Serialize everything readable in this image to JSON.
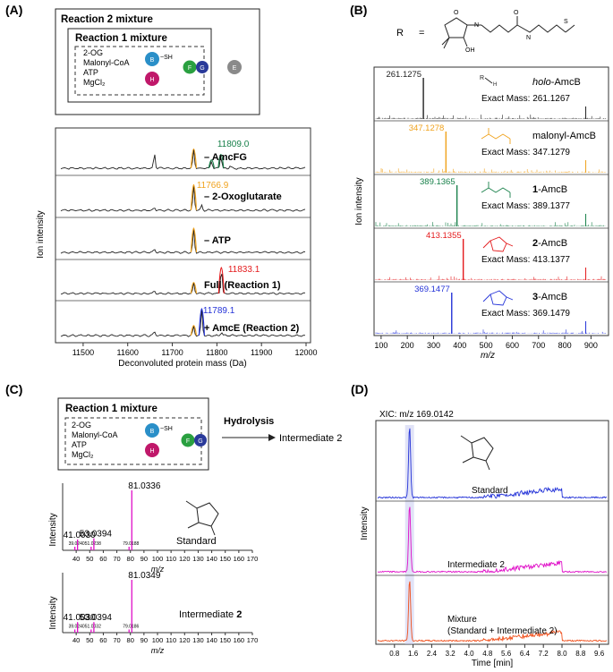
{
  "colors": {
    "black": "#222222",
    "orange": "#f0a21c",
    "green": "#18804a",
    "red": "#e41a1c",
    "blue": "#2433d8",
    "magenta": "#e010c8",
    "orange_red": "#f0501c",
    "ball_blue": "#2a8fc8",
    "ball_green": "#2aa040",
    "ball_navy": "#2a3a9a",
    "ball_magenta": "#c0186a",
    "ball_grey": "#8a8a8a"
  },
  "panelA": {
    "label": "(A)",
    "outer_title": "Reaction 2 mixture",
    "inner_title": "Reaction 1 mixture",
    "reagents": [
      "2-OG",
      "Malonyl-CoA",
      "ATP",
      "MgCl₂"
    ],
    "ball_labels": {
      "b": "B",
      "f": "F",
      "g": "G",
      "h": "H",
      "e": "E"
    },
    "sh": "~SH",
    "ylabel": "Ion intensity",
    "xlabel": "Deconvoluted protein mass (Da)",
    "xticks": [
      "11500",
      "11600",
      "11700",
      "11800",
      "11900",
      "12000"
    ]
  },
  "panelB": {
    "label": "(B)",
    "r_label": "R",
    "r_equals": "=",
    "ylabel": "Ion intensity",
    "xlabel": "m/z",
    "xticks": [
      "100",
      "200",
      "300",
      "400",
      "500",
      "600",
      "700",
      "800",
      "900"
    ]
  },
  "panelC": {
    "label": "(C)",
    "box_title": "Reaction 1 mixture",
    "reagents": [
      "2-OG",
      "Malonyl-CoA",
      "ATP",
      "MgCl₂"
    ],
    "sh": "~SH",
    "ball_labels": {
      "b": "B",
      "f": "F",
      "g": "G",
      "h": "H"
    },
    "hydrolysis": "Hydrolysis",
    "product": "Intermediate 2",
    "ylabel": "Intensity",
    "xlabel": "m/z",
    "xticks": [
      "40",
      "50",
      "60",
      "70",
      "80",
      "90",
      "100",
      "110",
      "120",
      "130",
      "140",
      "150",
      "160",
      "170"
    ]
  },
  "panelD": {
    "label": "(D)",
    "xic": "XIC: m/z 169.0142",
    "ylabel": "Intensity",
    "xlabel": "Time [min]",
    "xticks": [
      "0.8",
      "1.6",
      "2.4",
      "3.2",
      "4.0",
      "4.8",
      "5.6",
      "6.4",
      "7.2",
      "8.0",
      "8.8",
      "9.6"
    ],
    "traces": [
      {
        "name": "Standard",
        "color": "#2433d8"
      },
      {
        "name": "Intermediate 2",
        "color": "#e010c8"
      },
      {
        "name": "Mixture (Standard + Intermediate 2)",
        "line1": "Mixture",
        "line2": "(Standard + Intermediate 2)",
        "color": "#f0501c"
      }
    ]
  },
  "chart_data": [
    {
      "type": "line",
      "xlabel": "Deconvoluted protein mass (Da)",
      "ylabel": "Ion intensity",
      "xlim": [
        11450,
        12000
      ],
      "series": [
        {
          "name": "– AmcFG",
          "peak_labels": [
            {
              "x": 11809.0,
              "label": "11809.0",
              "color": "#18804a"
            }
          ],
          "peaks": [
            {
              "x": 11660,
              "h": 0.55
            },
            {
              "x": 11748,
              "h": 0.7
            },
            {
              "x": 11788,
              "h": 0.3
            },
            {
              "x": 11809,
              "h": 0.5
            },
            {
              "x": 11830,
              "h": 0.1
            }
          ]
        },
        {
          "name": "– 2-Oxoglutarate",
          "peak_labels": [
            {
              "x": 11766.9,
              "label": "11766.9",
              "color": "#f0a21c"
            }
          ],
          "peaks": [
            {
              "x": 11660,
              "h": 0.08
            },
            {
              "x": 11748,
              "h": 0.9
            },
            {
              "x": 11766,
              "h": 0.18
            }
          ]
        },
        {
          "name": "– ATP",
          "peak_labels": [],
          "peaks": [
            {
              "x": 11660,
              "h": 0.12
            },
            {
              "x": 11748,
              "h": 0.85
            }
          ]
        },
        {
          "name": "Full (Reaction 1)",
          "peak_labels": [
            {
              "x": 11833.1,
              "label": "11833.1",
              "color": "#e41a1c"
            }
          ],
          "peaks": [
            {
              "x": 11660,
              "h": 0.1
            },
            {
              "x": 11748,
              "h": 0.4
            },
            {
              "x": 11810,
              "h": 0.95
            }
          ]
        },
        {
          "name": "+ AmcE (Reaction 2)",
          "peak_labels": [
            {
              "x": 11789.1,
              "label": "11789.1",
              "color": "#2433d8"
            }
          ],
          "peaks": [
            {
              "x": 11660,
              "h": 0.15
            },
            {
              "x": 11748,
              "h": 0.35
            },
            {
              "x": 11766,
              "h": 0.95
            },
            {
              "x": 11810,
              "h": 0.12
            }
          ]
        }
      ]
    },
    {
      "type": "bar",
      "xlabel": "m/z",
      "ylabel": "Ion intensity",
      "xlim": [
        80,
        960
      ],
      "series": [
        {
          "name": "holo-AmcB",
          "name_prefix": "",
          "name_main": "holo",
          "name_suffix": "-AmcB",
          "italic": true,
          "peak": 261.1275,
          "peak_label": "261.1275",
          "exact": "Exact Mass: 261.1267",
          "color": "#222222",
          "group": "R",
          "group_sub": "H"
        },
        {
          "name": "malonyl-AmcB",
          "name_prefix": "",
          "name_main": "",
          "name_suffix": "malonyl-AmcB",
          "peak": 347.1278,
          "peak_label": "347.1278",
          "exact": "Exact Mass: 347.1279",
          "color": "#f0a21c"
        },
        {
          "name": "1-AmcB",
          "name_prefix": "1",
          "name_main": "",
          "name_suffix": "-AmcB",
          "peak": 389.1365,
          "peak_label": "389.1365",
          "exact": "Exact Mass: 389.1377",
          "color": "#18804a"
        },
        {
          "name": "2-AmcB",
          "name_prefix": "2",
          "name_main": "",
          "name_suffix": "-AmcB",
          "peak": 413.1355,
          "peak_label": "413.1355",
          "exact": "Exact Mass: 413.1377",
          "color": "#e41a1c"
        },
        {
          "name": "3-AmcB",
          "name_prefix": "3",
          "name_main": "",
          "name_suffix": "-AmcB",
          "peak": 369.1477,
          "peak_label": "369.1477",
          "exact": "Exact Mass: 369.1479",
          "color": "#2433d8"
        }
      ]
    },
    {
      "type": "bar",
      "xlabel": "m/z",
      "ylabel": "Intensity",
      "xlim": [
        30,
        170
      ],
      "series": [
        {
          "name": "Standard",
          "color": "#e010c8",
          "peaks": [
            {
              "x": 39.02,
              "h": 0.06,
              "label": "39.0240"
            },
            {
              "x": 41.003,
              "h": 0.18,
              "label": "41.0030"
            },
            {
              "x": 51.02,
              "h": 0.06,
              "label": "51.0238"
            },
            {
              "x": 53.0394,
              "h": 0.2,
              "label": "53.0394"
            },
            {
              "x": 79.02,
              "h": 0.06,
              "label": "79.0188"
            },
            {
              "x": 81.0336,
              "h": 1.0,
              "label": "81.0336"
            }
          ]
        },
        {
          "name": "Intermediate 2",
          "color": "#e010c8",
          "peaks": [
            {
              "x": 39.02,
              "h": 0.06,
              "label": "39.0240"
            },
            {
              "x": 41.003,
              "h": 0.2,
              "label": "41.0030"
            },
            {
              "x": 51.02,
              "h": 0.06,
              "label": "51.0032"
            },
            {
              "x": 53.0394,
              "h": 0.2,
              "label": "53.0394"
            },
            {
              "x": 79.02,
              "h": 0.06,
              "label": "79.0186"
            },
            {
              "x": 81.0349,
              "h": 1.0,
              "label": "81.0349"
            }
          ]
        }
      ]
    },
    {
      "type": "line",
      "xlabel": "Time [min]",
      "ylabel": "Intensity",
      "xlim": [
        0,
        10
      ],
      "highlight_x": 1.45,
      "series": [
        {
          "name": "Standard",
          "color": "#2433d8",
          "peak_x": 1.45
        },
        {
          "name": "Intermediate 2",
          "color": "#e010c8",
          "peak_x": 1.45
        },
        {
          "name": "Mixture (Standard + Intermediate 2)",
          "color": "#f0501c",
          "peak_x": 1.45
        }
      ]
    }
  ]
}
